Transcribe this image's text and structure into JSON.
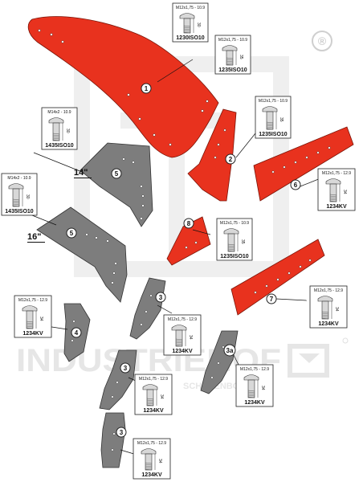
{
  "watermark": {
    "brand": "INDUSTRIEHOF",
    "sub": "SCHERENBOSTEL",
    "registered": "®"
  },
  "parts": [
    {
      "id": "1",
      "label": "1",
      "color": "#e8321e"
    },
    {
      "id": "2",
      "label": "2",
      "color": "#e8321e"
    },
    {
      "id": "3",
      "label": "3",
      "color": "#7d7d7d"
    },
    {
      "id": "3a",
      "label": "3a",
      "color": "#7d7d7d"
    },
    {
      "id": "4",
      "label": "4",
      "color": "#7d7d7d"
    },
    {
      "id": "5",
      "label": "5",
      "color": "#7d7d7d"
    },
    {
      "id": "6",
      "label": "6",
      "color": "#e8321e"
    },
    {
      "id": "7",
      "label": "7",
      "color": "#e8321e"
    },
    {
      "id": "8",
      "label": "8",
      "color": "#e8321e"
    }
  ],
  "size_labels": {
    "size14": "14\"",
    "size16": "16\""
  },
  "bolts": [
    {
      "spec": "M12x1,75 - 10.9",
      "code": "1230ISO10"
    },
    {
      "spec": "M12x1,75 - 10.9",
      "code": "1235ISO10"
    },
    {
      "spec": "M14x2 - 10.9",
      "code": "1435ISO10"
    },
    {
      "spec": "M12x1,75 - 10.9",
      "code": "1235ISO10"
    },
    {
      "spec": "M14x2 - 10.9",
      "code": "1435ISO10"
    },
    {
      "spec": "M12x1,75 - 12.9",
      "code": "1234KV"
    },
    {
      "spec": "M12x1,75 - 10.9",
      "code": "1235ISO10"
    },
    {
      "spec": "M12x1,75 - 12.9",
      "code": "1234KV"
    },
    {
      "spec": "M12x1,75 - 12.9",
      "code": "1234KV"
    },
    {
      "spec": "M12x1,75 - 12.9",
      "code": "1234KV"
    },
    {
      "spec": "M12x1,75 - 12.9",
      "code": "1234KV"
    },
    {
      "spec": "M12x1,75 - 12.9",
      "code": "1234KV"
    },
    {
      "spec": "M12x1,75 - 12.9",
      "code": "1234KV"
    }
  ],
  "bolt_dims": {
    "length_a": "30",
    "length_b": "35",
    "length_c": "34"
  }
}
